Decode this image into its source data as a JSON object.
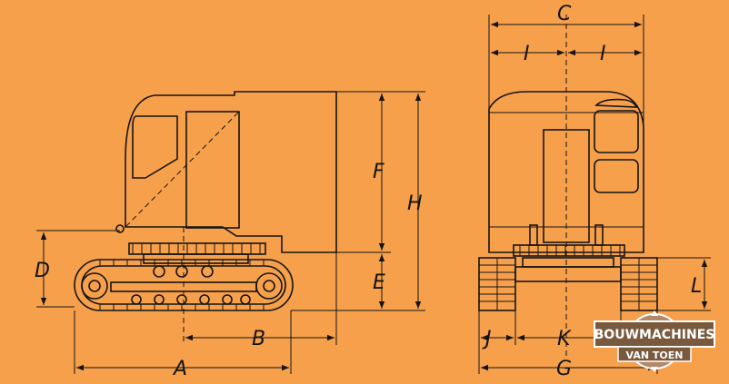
{
  "labels": {
    "A": "A",
    "B": "B",
    "C": "C",
    "D": "D",
    "E": "E",
    "F": "F",
    "G": "G",
    "H": "H",
    "I_left": "I",
    "I_right": "I",
    "J": "J",
    "K": "K",
    "L": "L"
  },
  "watermark": {
    "line1": "BOUWMACHINES",
    "line2": "VAN TOEN"
  },
  "colors": {
    "background": "#f7a04b",
    "line": "#141414",
    "badge": "#7a5a3e"
  }
}
